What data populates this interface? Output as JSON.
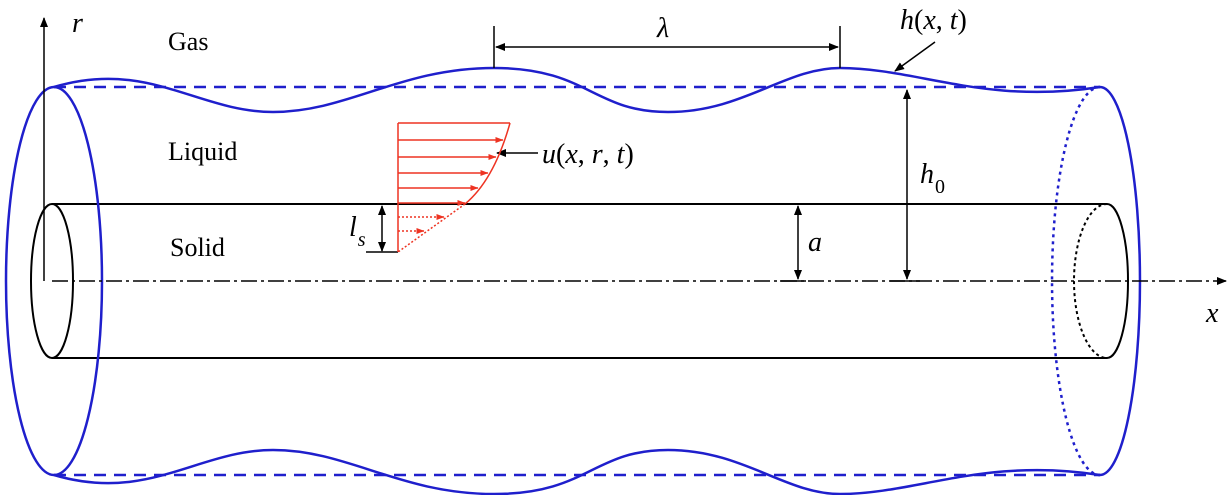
{
  "labels": {
    "gas": "Gas",
    "liquid": "Liquid",
    "solid": "Solid",
    "r_axis": "r",
    "x_axis": "x",
    "wavelength": "λ",
    "h0_main": "h",
    "h0_sub": "0",
    "a": "a",
    "ls_main": "l",
    "ls_sub": "s",
    "h_func": {
      "f": "h",
      "open": "(",
      "x": "x",
      "sep1": ", ",
      "t": "t",
      "close": ")"
    },
    "u_func": {
      "f": "u",
      "open": "(",
      "x": "x",
      "sep1": ", ",
      "r": "r",
      "sep2": ", ",
      "t": "t",
      "close": ")"
    }
  },
  "colors": {
    "interface": "#1f1fcc",
    "velocity": "#ee3322",
    "solid": "#000000",
    "axis": "#000000"
  }
}
